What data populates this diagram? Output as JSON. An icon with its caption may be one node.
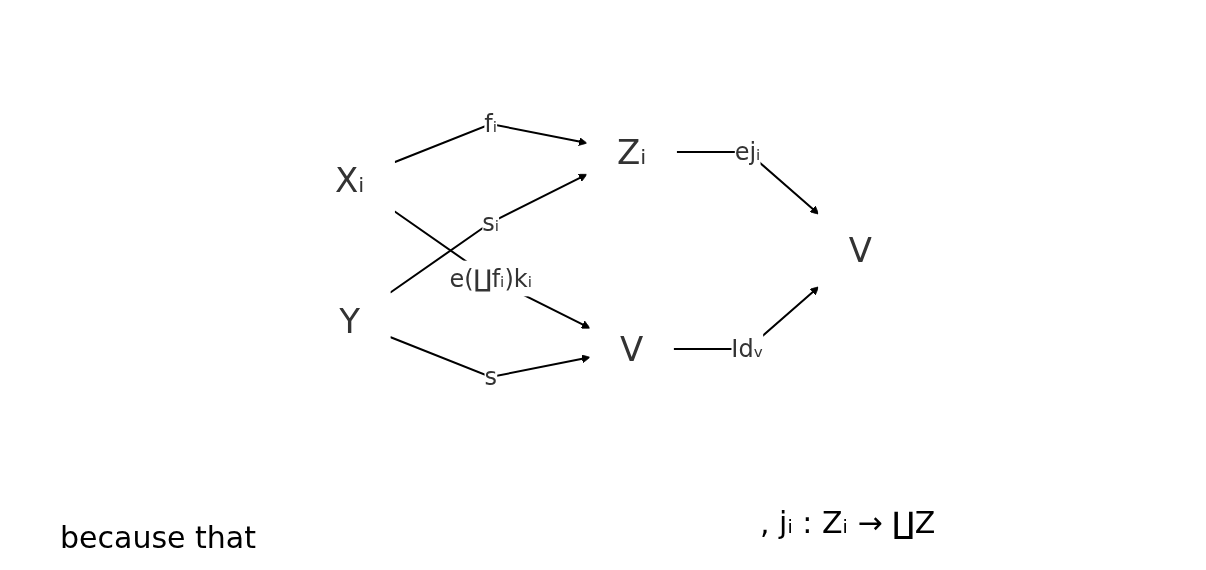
{
  "diagram": {
    "nodes": [
      {
        "text": [
          "Xᵢ"
        ]
      },
      {
        "text": [
          "Zᵢ"
        ]
      },
      {
        "text": [
          "Y"
        ]
      },
      {
        "text": [
          "V"
        ]
      },
      {
        "text": [
          "V"
        ]
      }
    ],
    "edges": [
      {
        "from": 0,
        "to": 1,
        "arrow": "to",
        "label": "fᵢ"
      },
      {
        "from": 1,
        "to": 3,
        "arrow": "to",
        "label": "ejᵢ"
      },
      {
        "from": 2,
        "to": 1,
        "arrow": "to",
        "label": "sᵢ"
      },
      {
        "from": 0,
        "to": 4,
        "arrow": "to",
        "label": "e(∐fᵢ)kᵢ"
      },
      {
        "from": 2,
        "to": 4,
        "arrow": "to",
        "label": "s"
      },
      {
        "from": 4,
        "to": 3,
        "arrow": "to",
        "label": "Idᵥ"
      }
    ],
    "labels": [
      ", jᵢ : Zᵢ → ∐Z",
      "because that"
    ]
  }
}
